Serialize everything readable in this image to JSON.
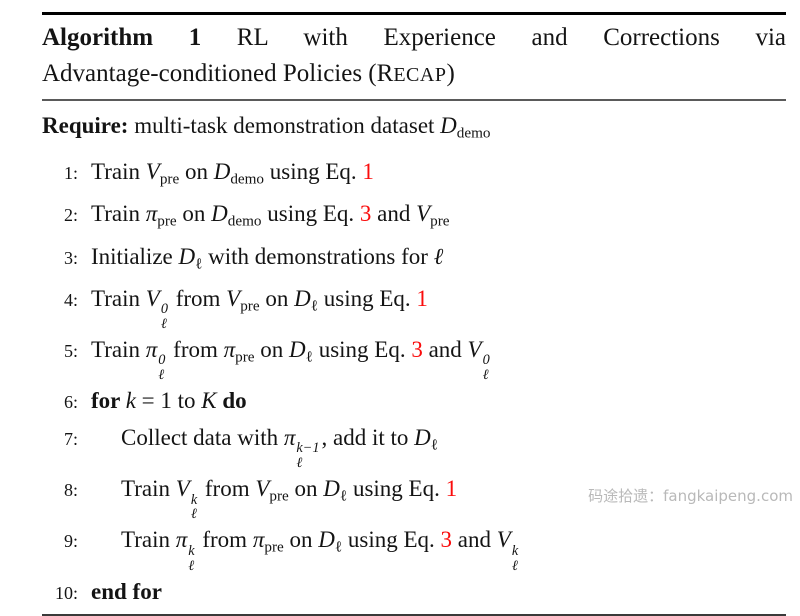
{
  "algorithm": {
    "title": {
      "line1": [
        {
          "t": "Algorithm 1",
          "s": "b"
        },
        {
          "t": " RL with Experience and Corrections via",
          "s": "n"
        }
      ],
      "line2": [
        {
          "t": "Advantage-conditioned Policies (R",
          "s": "n"
        },
        {
          "t": "ECAP",
          "s": "sc"
        },
        {
          "t": ")",
          "s": "n"
        }
      ]
    },
    "require": [
      {
        "t": "Require:",
        "s": "b"
      },
      {
        "t": " multi-task demonstration dataset ",
        "s": "n"
      },
      {
        "t": "D",
        "s": "cal"
      },
      {
        "t": "demo",
        "s": "sub"
      }
    ],
    "lines": [
      {
        "num": "1:",
        "indent": 0,
        "segments": [
          {
            "t": "Train ",
            "s": "n"
          },
          {
            "t": "V",
            "s": "i"
          },
          {
            "t": "pre",
            "s": "sub"
          },
          {
            "t": " on ",
            "s": "n"
          },
          {
            "t": "D",
            "s": "cal"
          },
          {
            "t": "demo",
            "s": "sub"
          },
          {
            "t": " using Eq. ",
            "s": "n"
          },
          {
            "t": "1",
            "s": "red"
          }
        ]
      },
      {
        "num": "2:",
        "indent": 0,
        "segments": [
          {
            "t": "Train ",
            "s": "n"
          },
          {
            "t": "π",
            "s": "i"
          },
          {
            "t": "pre",
            "s": "sub"
          },
          {
            "t": " on ",
            "s": "n"
          },
          {
            "t": "D",
            "s": "cal"
          },
          {
            "t": "demo",
            "s": "sub"
          },
          {
            "t": " using Eq. ",
            "s": "n"
          },
          {
            "t": "3",
            "s": "red"
          },
          {
            "t": " and ",
            "s": "n"
          },
          {
            "t": "V",
            "s": "i"
          },
          {
            "t": "pre",
            "s": "sub"
          }
        ]
      },
      {
        "num": "3:",
        "indent": 0,
        "segments": [
          {
            "t": "Initialize ",
            "s": "n"
          },
          {
            "t": "D",
            "s": "cal"
          },
          {
            "t": "ℓ",
            "s": "sub"
          },
          {
            "t": " with demonstrations for ",
            "s": "n"
          },
          {
            "t": "ℓ",
            "s": "i"
          }
        ]
      },
      {
        "num": "4:",
        "indent": 0,
        "segments": [
          {
            "t": "Train ",
            "s": "n"
          },
          {
            "t": "V",
            "s": "i"
          },
          {
            "s": "ss",
            "sup": "0",
            "sub": "ℓ"
          },
          {
            "t": " from ",
            "s": "n"
          },
          {
            "t": "V",
            "s": "i"
          },
          {
            "t": "pre",
            "s": "sub"
          },
          {
            "t": " on ",
            "s": "n"
          },
          {
            "t": "D",
            "s": "cal"
          },
          {
            "t": "ℓ",
            "s": "sub"
          },
          {
            "t": " using Eq. ",
            "s": "n"
          },
          {
            "t": "1",
            "s": "red"
          }
        ]
      },
      {
        "num": "5:",
        "indent": 0,
        "segments": [
          {
            "t": "Train ",
            "s": "n"
          },
          {
            "t": "π",
            "s": "i"
          },
          {
            "s": "ss",
            "sup": "0",
            "sub": "ℓ"
          },
          {
            "t": " from ",
            "s": "n"
          },
          {
            "t": "π",
            "s": "i"
          },
          {
            "t": "pre",
            "s": "sub"
          },
          {
            "t": " on ",
            "s": "n"
          },
          {
            "t": "D",
            "s": "cal"
          },
          {
            "t": "ℓ",
            "s": "sub"
          },
          {
            "t": " using Eq. ",
            "s": "n"
          },
          {
            "t": "3",
            "s": "red"
          },
          {
            "t": " and ",
            "s": "n"
          },
          {
            "t": "V",
            "s": "i"
          },
          {
            "s": "ss",
            "sup": "0",
            "sub": "ℓ"
          }
        ]
      },
      {
        "num": "6:",
        "indent": 0,
        "segments": [
          {
            "t": "for ",
            "s": "b"
          },
          {
            "t": "k",
            "s": "i"
          },
          {
            "t": " = 1 to ",
            "s": "n"
          },
          {
            "t": "K",
            "s": "i"
          },
          {
            "t": " do",
            "s": "b"
          }
        ]
      },
      {
        "num": "7:",
        "indent": 1,
        "segments": [
          {
            "t": "Collect data with ",
            "s": "n"
          },
          {
            "t": "π",
            "s": "i"
          },
          {
            "s": "ss",
            "sup": "k−1",
            "sub": "ℓ"
          },
          {
            "t": ", add it to ",
            "s": "n"
          },
          {
            "t": "D",
            "s": "cal"
          },
          {
            "t": "ℓ",
            "s": "sub"
          }
        ]
      },
      {
        "num": "8:",
        "indent": 1,
        "segments": [
          {
            "t": "Train ",
            "s": "n"
          },
          {
            "t": "V",
            "s": "i"
          },
          {
            "s": "ss",
            "sup": "k",
            "sub": "ℓ"
          },
          {
            "t": " from ",
            "s": "n"
          },
          {
            "t": "V",
            "s": "i"
          },
          {
            "t": "pre",
            "s": "sub"
          },
          {
            "t": " on ",
            "s": "n"
          },
          {
            "t": "D",
            "s": "cal"
          },
          {
            "t": "ℓ",
            "s": "sub"
          },
          {
            "t": " using Eq. ",
            "s": "n"
          },
          {
            "t": "1",
            "s": "red"
          }
        ]
      },
      {
        "num": "9:",
        "indent": 1,
        "segments": [
          {
            "t": "Train ",
            "s": "n"
          },
          {
            "t": "π",
            "s": "i"
          },
          {
            "s": "ss",
            "sup": "k",
            "sub": "ℓ"
          },
          {
            "t": " from ",
            "s": "n"
          },
          {
            "t": "π",
            "s": "i"
          },
          {
            "t": "pre",
            "s": "sub"
          },
          {
            "t": " on ",
            "s": "n"
          },
          {
            "t": "D",
            "s": "cal"
          },
          {
            "t": "ℓ",
            "s": "sub"
          },
          {
            "t": " using Eq. ",
            "s": "n"
          },
          {
            "t": "3",
            "s": "red"
          },
          {
            "t": " and ",
            "s": "n"
          },
          {
            "t": "V",
            "s": "i"
          },
          {
            "s": "ss",
            "sup": "k",
            "sub": "ℓ"
          }
        ]
      },
      {
        "num": "10:",
        "indent": 0,
        "segments": [
          {
            "t": "end for",
            "s": "b"
          }
        ]
      }
    ]
  },
  "watermark": {
    "text": "码途拾遗：fangkaipeng.com"
  },
  "colors": {
    "text": "#141414",
    "eq_link_red": "#fa0c0c",
    "top_rule": "#000000",
    "mid_rule": "#5a5a5a",
    "bottom_rule": "#3a3a3a",
    "watermark": "#b9b9b9"
  }
}
